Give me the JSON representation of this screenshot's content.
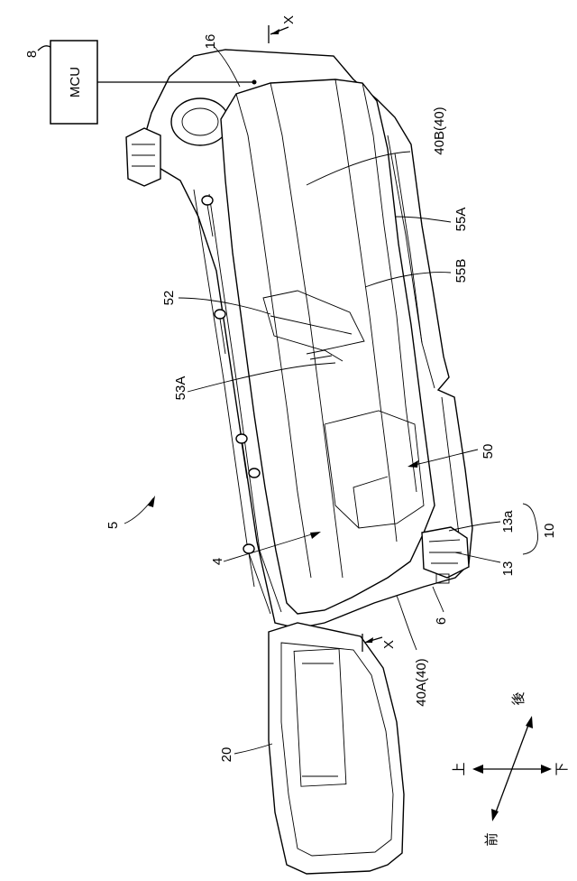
{
  "figure_ref": "5",
  "labels": {
    "mcu_ref": "8",
    "mcu_box": "MCU",
    "section_top": "X",
    "section_bottom": "X",
    "l16": "16",
    "l40B": "40B(40)",
    "l55A": "55A",
    "l55B": "55B",
    "l52": "52",
    "l53A": "53A",
    "l50": "50",
    "l13a": "13a",
    "l10": "10",
    "l13": "13",
    "l6": "6",
    "l4": "4",
    "l40A": "40A(40)",
    "l20": "20"
  },
  "directions": {
    "up": "上",
    "down": "下",
    "front": "前",
    "rear": "後"
  }
}
